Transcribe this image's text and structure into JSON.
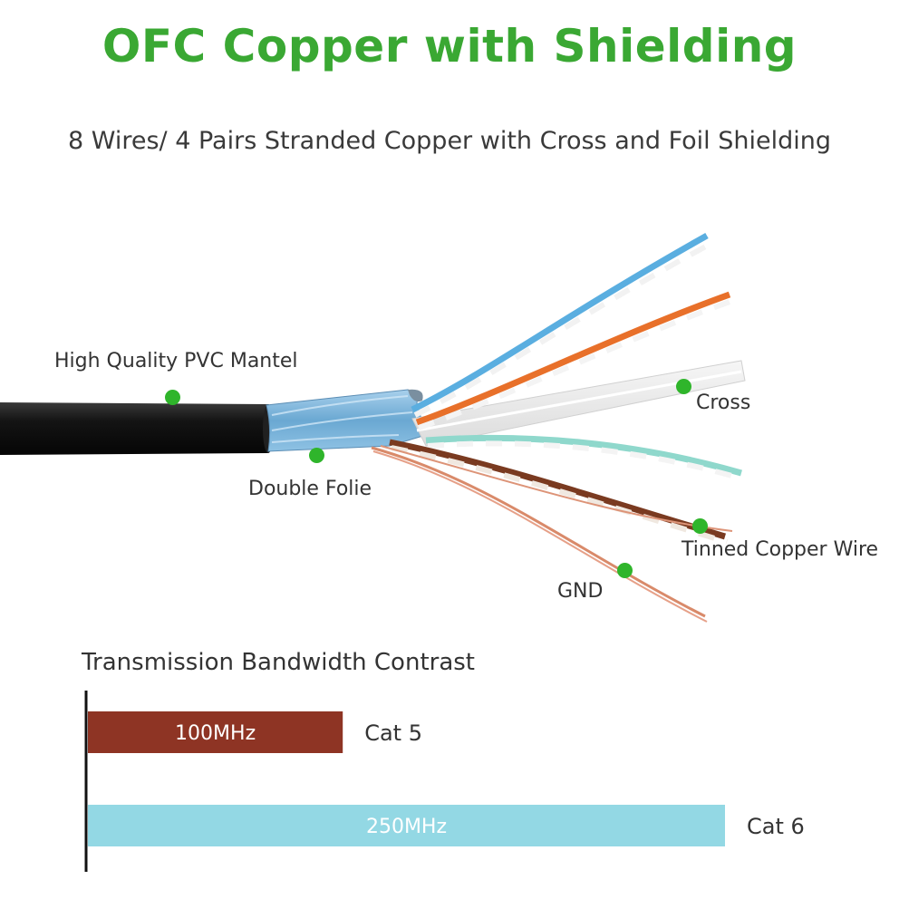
{
  "header": {
    "title": "OFC Copper with Shielding",
    "subtitle": "8 Wires/ 4 Pairs Stranded Copper with Cross and Foil Shielding"
  },
  "callouts": {
    "pvc": "High Quality PVC Mantel",
    "folie": "Double Folie",
    "cross": "Cross",
    "tinned": "Tinned Copper Wire",
    "gnd": "GND"
  },
  "colors": {
    "accent": "#3aa833",
    "dot": "#2fb52b",
    "cat5": "#8e3424",
    "cat6": "#93d8e4"
  },
  "chart_data": {
    "type": "bar",
    "title": "Transmission Bandwidth Contrast",
    "categories": [
      "Cat 5",
      "Cat 6"
    ],
    "values": [
      100,
      250
    ],
    "value_labels": [
      "100MHz",
      "250MHz"
    ],
    "unit": "MHz",
    "orientation": "horizontal",
    "xlim": [
      0,
      250
    ],
    "colors": [
      "#8e3424",
      "#93d8e4"
    ],
    "grid": false,
    "legend": "none"
  }
}
